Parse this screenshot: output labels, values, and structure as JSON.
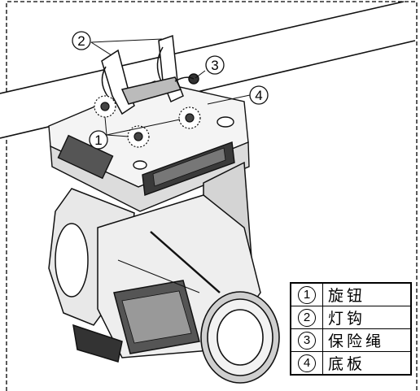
{
  "callouts": [
    "1",
    "2",
    "3",
    "4"
  ],
  "legend": [
    {
      "num": "1",
      "label": "旋钮"
    },
    {
      "num": "2",
      "label": "灯钩"
    },
    {
      "num": "3",
      "label": "保险绳"
    },
    {
      "num": "4",
      "label": "底板"
    }
  ],
  "colors": {
    "line": "#111111",
    "fill": "#ffffff",
    "shade": "#e6e6e6",
    "dark": "#333333"
  }
}
